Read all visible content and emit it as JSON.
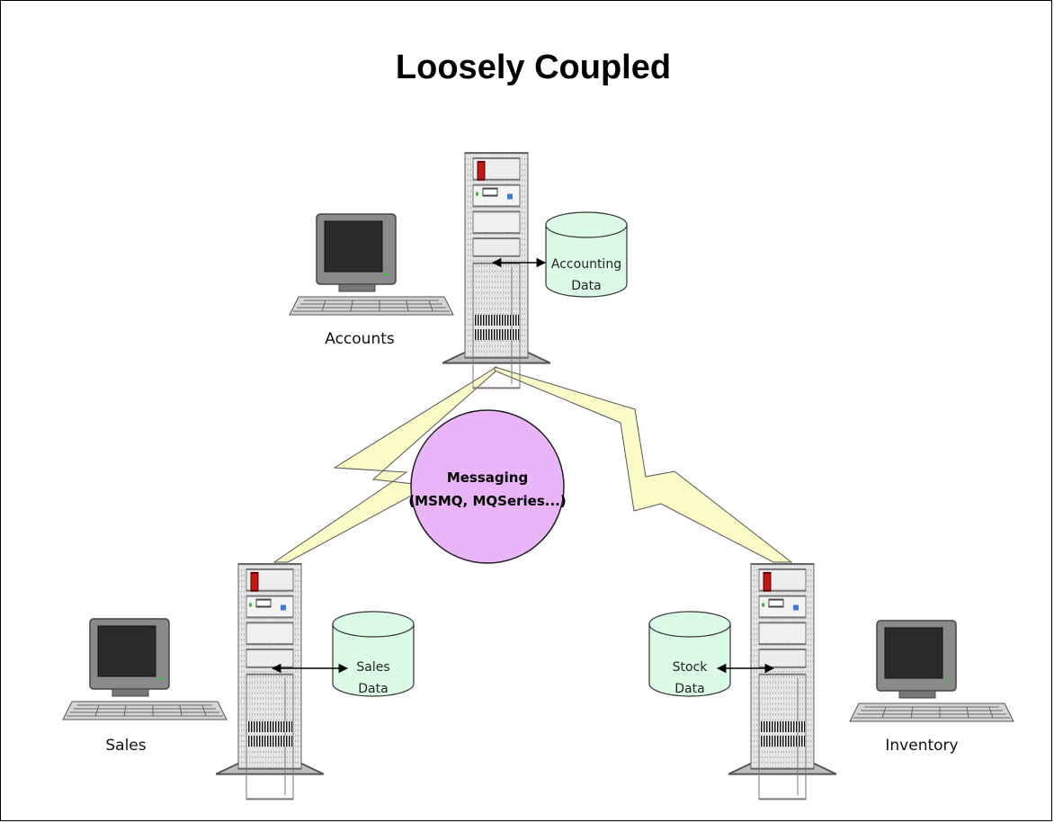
{
  "title": "Loosely Coupled",
  "messaging": {
    "line1": "Messaging",
    "line2": "(MSMQ, MQSeries...)"
  },
  "nodes": {
    "accounts": {
      "label": "Accounts",
      "db_line1": "Accounting",
      "db_line2": "Data"
    },
    "sales": {
      "label": "Sales",
      "db_line1": "Sales",
      "db_line2": "Data"
    },
    "inventory": {
      "label": "Inventory",
      "db_line1": "Stock",
      "db_line2": "Data"
    }
  },
  "colors": {
    "lightning": "#fcfcc8",
    "messaging_circle": "#e9b5f8",
    "database": "#dcfbe6",
    "monitor_screen": "#2b2b2b",
    "server_body": "#e6e6e6"
  }
}
